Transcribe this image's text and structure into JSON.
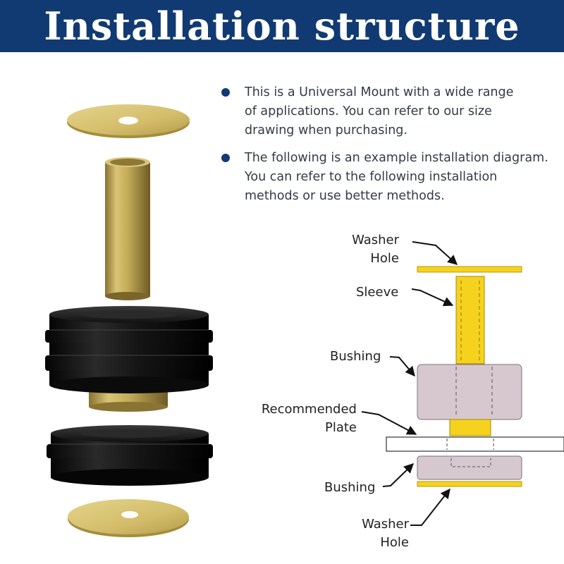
{
  "header": {
    "title": "Installation structure",
    "background": "#113a73"
  },
  "bullets": [
    {
      "lines": [
        "This is a Universal Mount with a wide range",
        "of applications. You can refer to our size",
        "drawing when purchasing."
      ]
    },
    {
      "lines": [
        "The following is an example installation diagram.",
        "You can refer to the following installation",
        "methods or use better methods."
      ]
    }
  ],
  "diagram": {
    "labels": {
      "washer_hole_top": [
        "Washer",
        "Hole"
      ],
      "sleeve": "Sleeve",
      "bushing_top": "Bushing",
      "recommended_plate": [
        "Recommended",
        "Plate"
      ],
      "bushing_bottom": "Bushing",
      "washer_hole_bottom": [
        "Washer",
        "Hole"
      ]
    },
    "colors": {
      "washer": "#f5d21e",
      "sleeve": "#f5d21e",
      "bushing": "#d7c8cf",
      "plate": "#ffffff"
    }
  },
  "photo": {
    "colors": {
      "washer_brass": "#d8c57a",
      "sleeve_brass": "#c9b25a",
      "rubber": "#151515"
    }
  }
}
